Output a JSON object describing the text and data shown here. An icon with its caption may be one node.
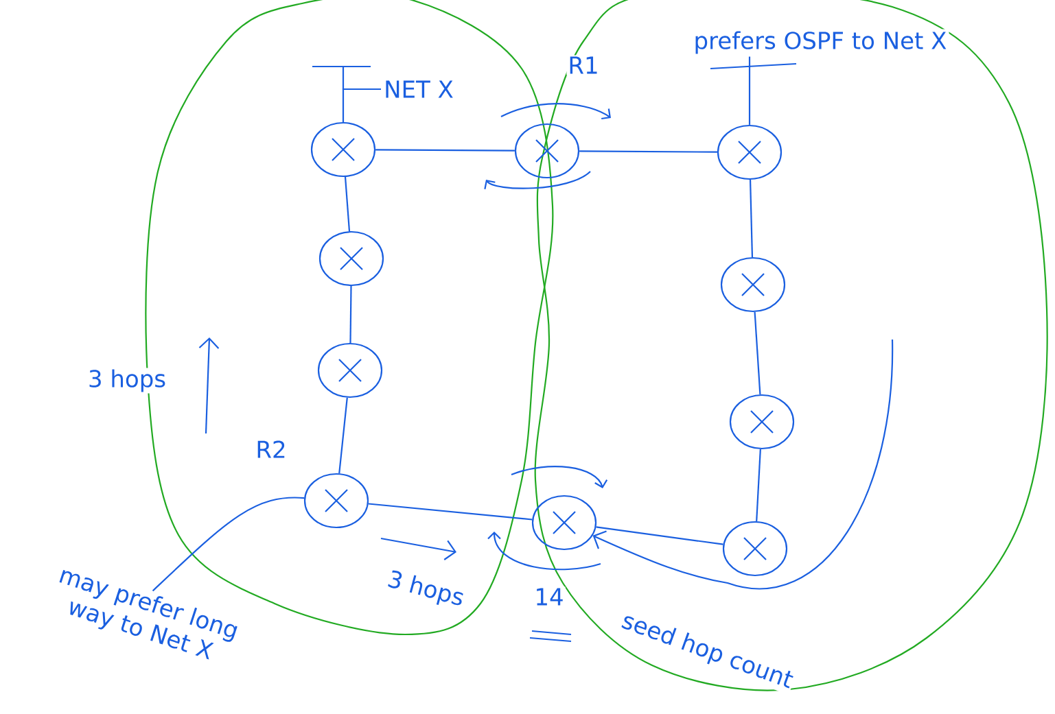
{
  "diagram": {
    "nodes": [
      {
        "text": [
          "NET X"
        ]
      },
      {
        "text": [],
        "shape": "circle"
      },
      {
        "text": [],
        "shape": "circle",
        "beside": [
          "R1"
        ]
      },
      {
        "text": [],
        "shape": "circle"
      },
      {
        "text": [],
        "shape": "circle"
      },
      {
        "text": [],
        "shape": "circle"
      },
      {
        "text": [],
        "shape": "circle",
        "beside": [
          "R2"
        ]
      },
      {
        "text": [],
        "shape": "circle"
      },
      {
        "text": [],
        "shape": "circle"
      },
      {
        "text": [],
        "shape": "circle"
      },
      {
        "text": [],
        "shape": "circle"
      },
      {
        "text": [
          "prefers OSPF to Net X"
        ]
      },
      {
        "text": [
          "may prefer long way to Net X"
        ]
      }
    ],
    "edges": [
      {
        "from": 0,
        "to": 1,
        "arrow": "none"
      },
      {
        "from": 1,
        "to": 2,
        "arrow": "none"
      },
      {
        "from": 2,
        "to": 3,
        "arrow": "none"
      },
      {
        "from": 1,
        "to": 4,
        "arrow": "none"
      },
      {
        "from": 4,
        "to": 5,
        "arrow": "none"
      },
      {
        "from": 5,
        "to": 6,
        "arrow": "none"
      },
      {
        "from": 6,
        "to": 7,
        "arrow": "none"
      },
      {
        "from": 7,
        "to": 10,
        "arrow": "none"
      },
      {
        "from": 10,
        "to": 9,
        "arrow": "none"
      },
      {
        "from": 9,
        "to": 8,
        "arrow": "none"
      },
      {
        "from": 8,
        "to": 3,
        "arrow": "none"
      },
      {
        "from": 11,
        "to": 3,
        "arrow": "none"
      },
      {
        "from": 12,
        "to": 6,
        "arrow": "none"
      },
      {
        "from": null,
        "to": 7,
        "arrow": "to"
      }
    ],
    "labels": [
      "3 hops",
      "3 hops",
      "14",
      "seed hop count"
    ]
  }
}
